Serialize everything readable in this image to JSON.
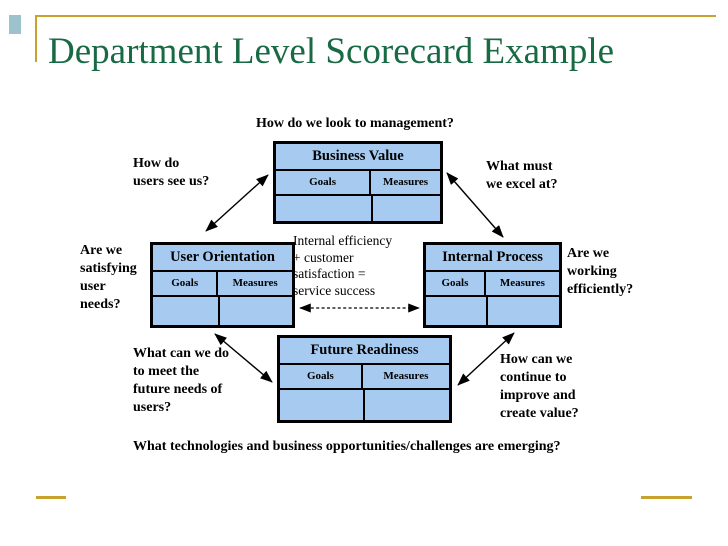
{
  "slide": {
    "title": "Department Level Scorecard Example"
  },
  "colors": {
    "title_green": "#186A44",
    "gold": "#C8A22C",
    "box_fill": "#A6CAF0",
    "box_border": "#000000",
    "teal_accent": "#9EC2CB",
    "arrow": "#000000"
  },
  "diagram": {
    "boxes": {
      "business_value": {
        "title": "Business Value",
        "col1": "Goals",
        "col2": "Measures"
      },
      "user_orientation": {
        "title": "User Orientation",
        "col1": "Goals",
        "col2": "Measures"
      },
      "internal_process": {
        "title": "Internal Process",
        "col1": "Goals",
        "col2": "Measures"
      },
      "future_readiness": {
        "title": "Future Readiness",
        "col1": "Goals",
        "col2": "Measures"
      }
    },
    "labels": {
      "management": "How do we look to management?",
      "users_see": "How do\nusers see us?",
      "excel": "What must\nwe excel at?",
      "satisfying": "Are we\nsatisfying\nuser\nneeds?",
      "efficiency": "Internal efficiency\n+ customer\nsatisfaction =\nservice success",
      "working": "Are we\nworking\nefficiently?",
      "future_needs": "What can we do\nto meet the\nfuture needs of\nusers?",
      "improve": "How can we\ncontinue to\nimprove and\ncreate value?",
      "emerging": "What technologies and business opportunities/challenges are emerging?"
    }
  }
}
